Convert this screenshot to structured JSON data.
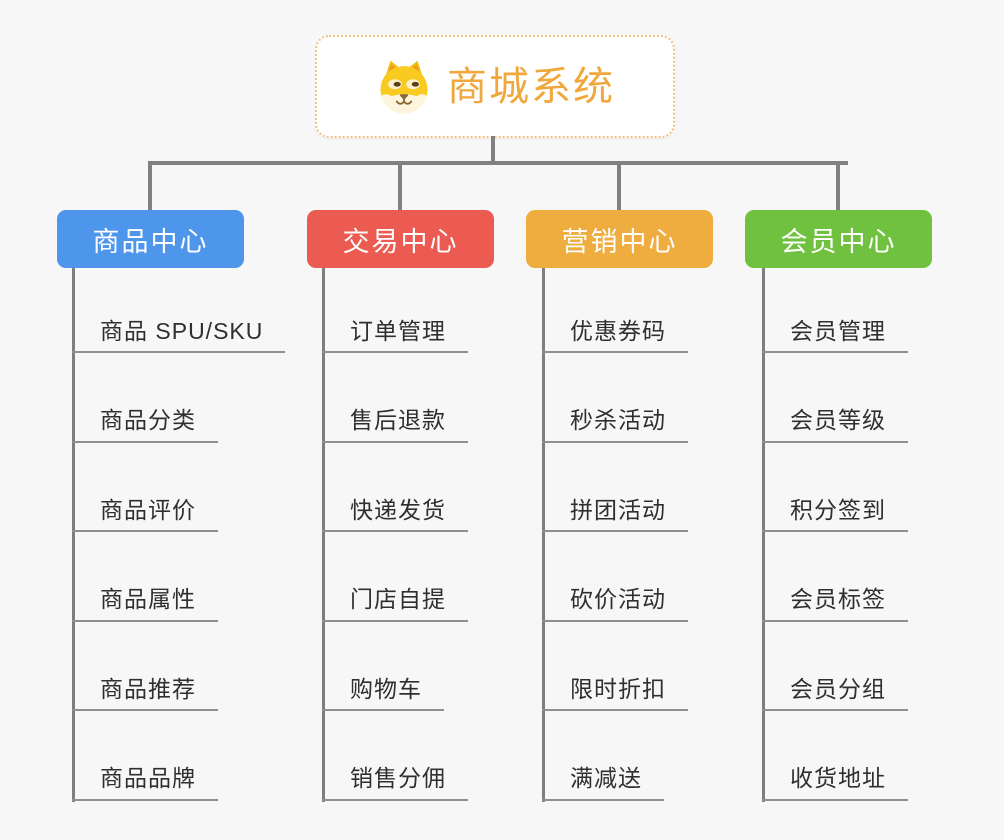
{
  "page": {
    "background_color": "#f7f7f7",
    "connector_color": "#808080"
  },
  "root": {
    "label": "商城系统",
    "icon": "dog-face-icon",
    "text_color": "#f0a73c",
    "border_color": "#f2c083"
  },
  "branches": [
    {
      "label": "商品中心",
      "color": "#4d96ec",
      "items": [
        "商品 SPU/SKU",
        "商品分类",
        "商品评价",
        "商品属性",
        "商品推荐",
        "商品品牌"
      ]
    },
    {
      "label": "交易中心",
      "color": "#eb5b52",
      "items": [
        "订单管理",
        "售后退款",
        "快递发货",
        "门店自提",
        "购物车",
        "销售分佣"
      ]
    },
    {
      "label": "营销中心",
      "color": "#efad40",
      "items": [
        "优惠券码",
        "秒杀活动",
        "拼团活动",
        "砍价活动",
        "限时折扣",
        "满减送"
      ]
    },
    {
      "label": "会员中心",
      "color": "#6fc13f",
      "items": [
        "会员管理",
        "会员等级",
        "积分签到",
        "会员标签",
        "会员分组",
        "收货地址"
      ]
    }
  ]
}
